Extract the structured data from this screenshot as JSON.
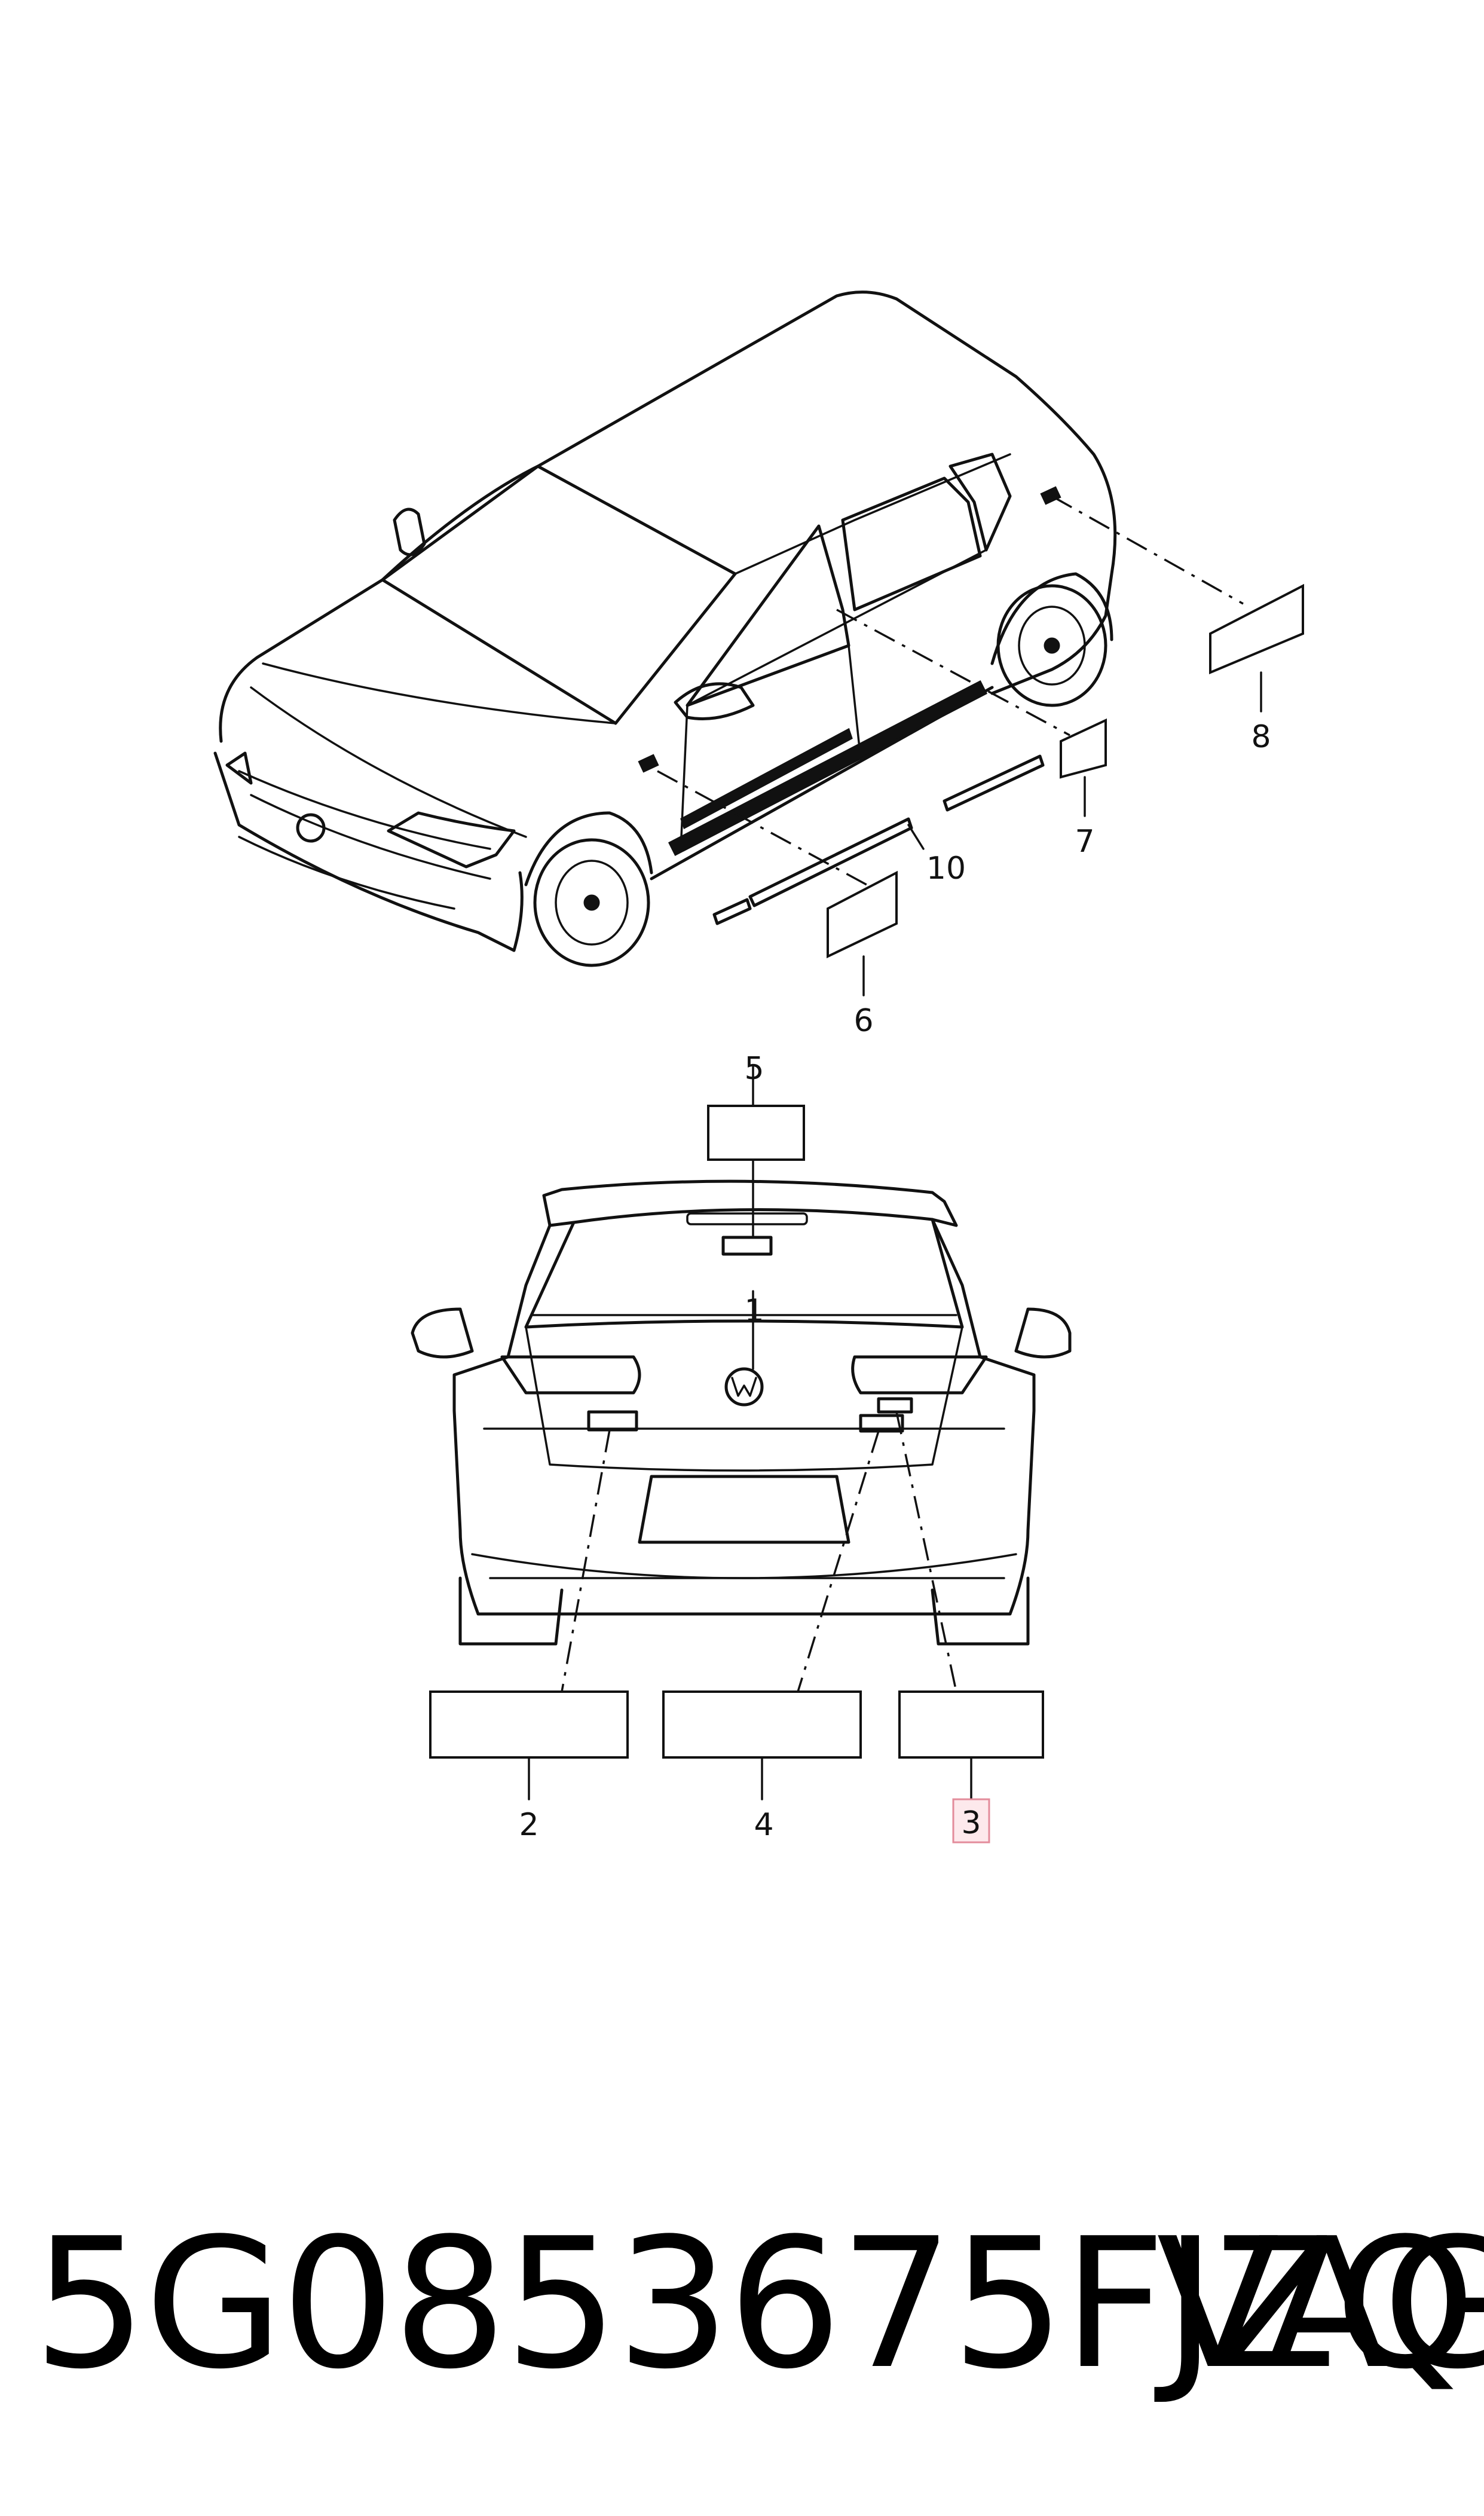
{
  "callouts": {
    "c1": "1",
    "c2": "2",
    "c3": "3",
    "c4": "4",
    "c5": "5",
    "c6": "6",
    "c7": "7",
    "c8": "8",
    "c10": "10"
  },
  "highlight_callout": "3",
  "footer": {
    "part_number": "5G0853675FJZQ",
    "brand": "VAG"
  }
}
